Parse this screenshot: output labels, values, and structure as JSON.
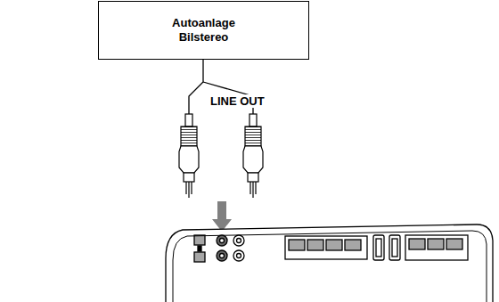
{
  "diagram": {
    "nodes": [
      {
        "text": [
          "Autoanlage",
          "Bilstereo"
        ]
      }
    ],
    "labels": [
      "LINE OUT"
    ]
  }
}
